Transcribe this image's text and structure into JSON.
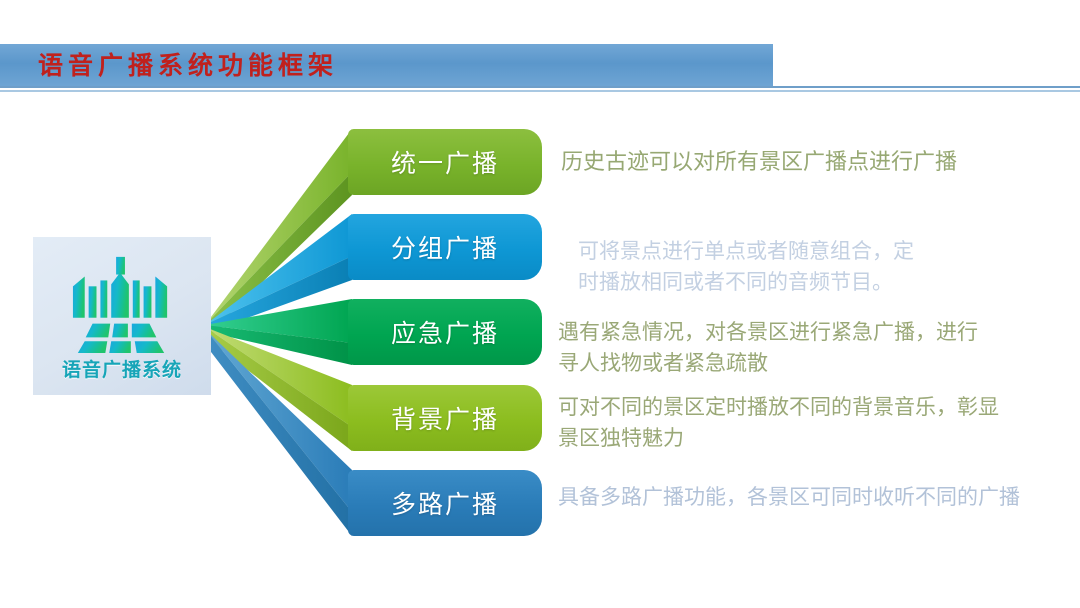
{
  "header": {
    "title": "语音广播系统功能框架",
    "bar_color": "#5b97cb",
    "title_color": "#c0211d"
  },
  "logo": {
    "caption": "语音广播系统",
    "icon": "city-globe-icon",
    "box_color": "#dde6f0",
    "caption_color": "#17a5b8"
  },
  "branches": [
    {
      "label": "统一广播",
      "color": "#79b32b",
      "description": "历史古迹可以对所有景区广播点进行广播",
      "description_color": "#97a873"
    },
    {
      "label": "分组广播",
      "color": "#0e97d4",
      "description": "可将景点进行单点或者随意组合，定\n时播放相同或者不同的音频节目。",
      "description_color": "#c3d0e2"
    },
    {
      "label": "应急广播",
      "color": "#00a551",
      "description": "遇有紧急情况，对各景区进行紧急广播，进行\n寻人找物或者紧急疏散",
      "description_color": "#9aa877"
    },
    {
      "label": "背景广播",
      "color": "#8cbd1f",
      "description": "可对不同的景区定时播放不同的背景音乐，彰显\n景区独特魅力",
      "description_color": "#9aa877"
    },
    {
      "label": "多路广播",
      "color": "#2a7cb8",
      "description": "具备多路广播功能，各景区可同时收听不同的广播",
      "description_color": "#b2c2d8"
    }
  ]
}
